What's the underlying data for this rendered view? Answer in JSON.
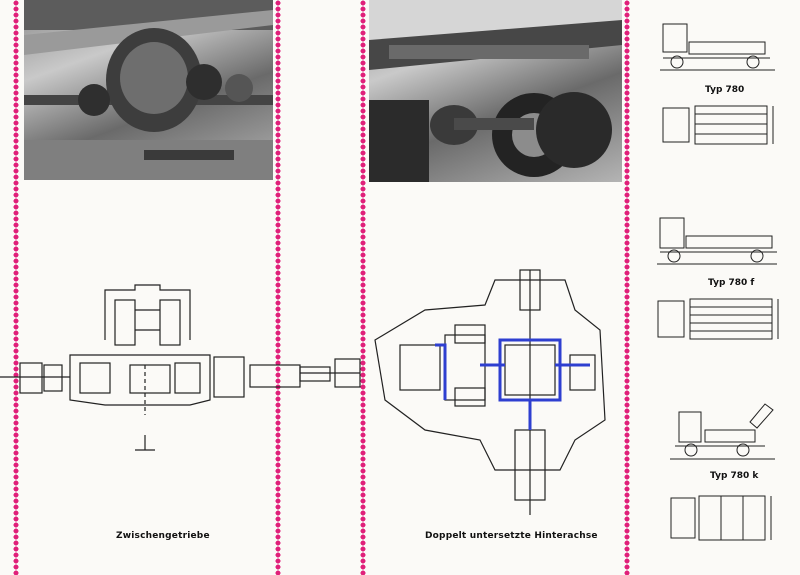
{
  "captions": {
    "left": "Zwischengetriebe",
    "center": "Doppelt untersetzte Hinterachse"
  },
  "models": [
    {
      "label": "Typ 780"
    },
    {
      "label": "Typ 780 f"
    },
    {
      "label": "Typ 780 k"
    }
  ],
  "colors": {
    "border_dots": "#e0207a",
    "highlight": "#2e3fd0",
    "line": "#222222"
  }
}
